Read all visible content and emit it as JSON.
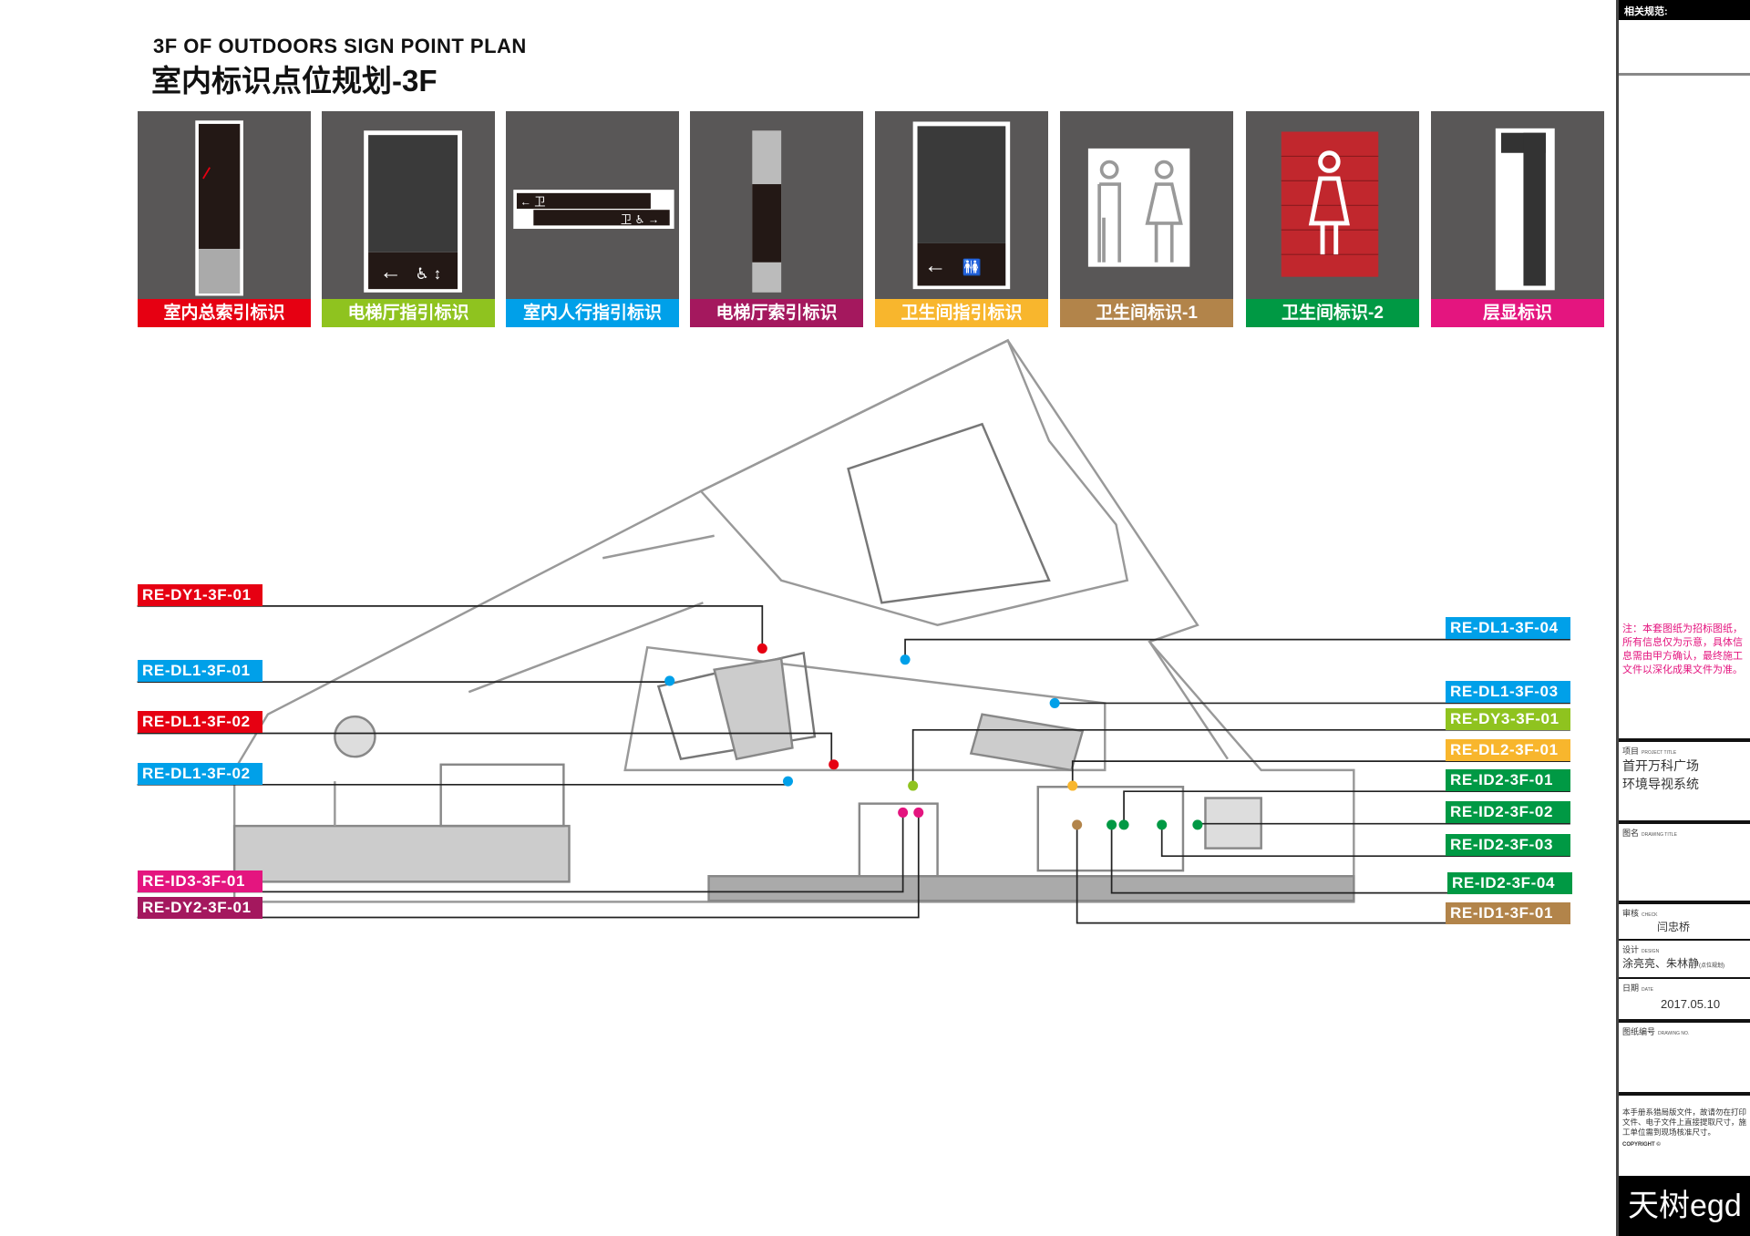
{
  "header": {
    "title_en": "3F OF OUTDOORS SIGN POINT PLAN",
    "title_cn": "室内标识点位规划-3F"
  },
  "sign_types": [
    {
      "label": "室内总索引标识",
      "color": "#e60012"
    },
    {
      "label": "电梯厅指引标识",
      "color": "#8fc31f"
    },
    {
      "label": "室内人行指引标识",
      "color": "#00a0e9"
    },
    {
      "label": "电梯厅索引标识",
      "color": "#a4185e"
    },
    {
      "label": "卫生间指引标识",
      "color": "#f8b62d"
    },
    {
      "label": "卫生间标识-1",
      "color": "#b2844a"
    },
    {
      "label": "卫生间标识-2",
      "color": "#009944"
    },
    {
      "label": "层显标识",
      "color": "#e4157f"
    }
  ],
  "point_labels_left": [
    {
      "text": "RE-DY1-3F-01",
      "color": "#e60012"
    },
    {
      "text": "RE-DL1-3F-01",
      "color": "#00a0e9"
    },
    {
      "text": "RE-DL1-3F-02",
      "color": "#e60012"
    },
    {
      "text": "RE-DL1-3F-02",
      "color": "#00a0e9"
    },
    {
      "text": "RE-ID3-3F-01",
      "color": "#e4157f"
    },
    {
      "text": "RE-DY2-3F-01",
      "color": "#a4185e"
    }
  ],
  "point_labels_right": [
    {
      "text": "RE-DL1-3F-04",
      "color": "#00a0e9"
    },
    {
      "text": "RE-DL1-3F-03",
      "color": "#00a0e9"
    },
    {
      "text": "RE-DY3-3F-01",
      "color": "#8fc31f"
    },
    {
      "text": "RE-DL2-3F-01",
      "color": "#f8b62d"
    },
    {
      "text": "RE-ID2-3F-01",
      "color": "#009944"
    },
    {
      "text": "RE-ID2-3F-02",
      "color": "#009944"
    },
    {
      "text": "RE-ID2-3F-03",
      "color": "#009944"
    },
    {
      "text": "RE-ID2-3F-04",
      "color": "#009944"
    },
    {
      "text": "RE-ID1-3F-01",
      "color": "#b2844a"
    }
  ],
  "title_block": {
    "header": "相关规范:",
    "note": "注：本套图纸为招标图纸，所有信息仅为示意，具体信息需由甲方确认，最终施工文件以深化成果文件为准。",
    "project_label": "项目",
    "project_label_en": "PROJECT TITLE",
    "project_value_1": "首开万科广场",
    "project_value_2": "环境导视系统",
    "drawing_label": "图名",
    "drawing_label_en": "DRAWING TITLE",
    "check_label": "审核",
    "check_label_en": "CHECK",
    "check_value": "闫忠桥",
    "design_label": "设计",
    "design_label_en": "DESIGN",
    "design_value": "涂亮亮、朱林静",
    "design_note": "(点位规划)",
    "date_label": "日期",
    "date_label_en": "DATE",
    "date_value": "2017.05.10",
    "drawing_no_label": "图纸编号",
    "drawing_no_label_en": "DRAWING NO.",
    "copyright_text": "本手册系猎局版文件，故请勿在打印文件、电子文件上直接提取尺寸，施工单位需到现场核准尺寸。",
    "copyright": "COPYRIGHT ©",
    "logo": "天树egd"
  }
}
